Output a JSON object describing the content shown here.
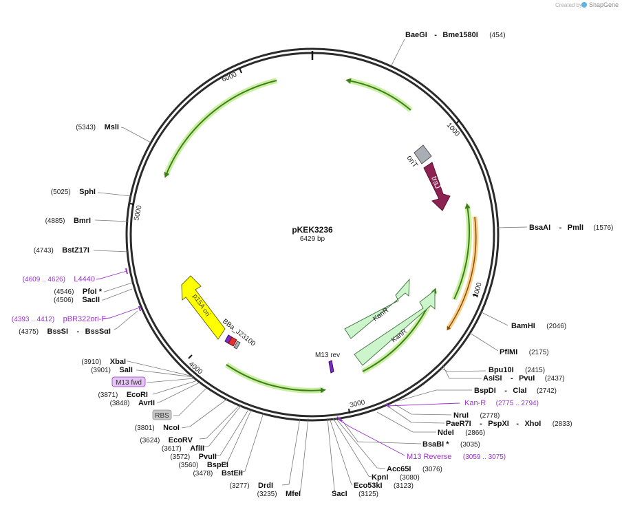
{
  "header": {
    "credit_prefix": "Created by",
    "credit_brand": "SnapGene"
  },
  "plasmid": {
    "name": "pKEK3236",
    "length_label": "6429 bp"
  },
  "ticks": [
    "1000",
    "2000",
    "3000",
    "4000",
    "5000",
    "6000"
  ],
  "features": {
    "orit": "oriT",
    "traj": "traJ",
    "kanr_1": "KanR",
    "kanr_2": "KanR",
    "p15a": "p15A ori",
    "bba": "BBa_J23100",
    "m13rev": "M13 rev",
    "m13fwd": "M13 fwd",
    "rbs": "RBS"
  },
  "sites": {
    "baegi": {
      "name": "BaeGI",
      "sep": "-",
      "name2": "Bme1580I",
      "pos": "(454)"
    },
    "bsaai": {
      "name": "BsaAI",
      "sep": "-",
      "name2": "PmlI",
      "pos": "(1576)"
    },
    "bamhi": {
      "name": "BamHI",
      "pos": "(2046)"
    },
    "pflmi": {
      "name": "PflMI",
      "pos": "(2175)"
    },
    "bpu10i": {
      "name": "Bpu10I",
      "pos": "(2415)"
    },
    "asisi": {
      "name": "AsiSI",
      "sep": "-",
      "name2": "PvuI",
      "pos": "(2437)"
    },
    "bspdi": {
      "name": "BspDI",
      "sep": "-",
      "name2": "ClaI",
      "pos": "(2742)"
    },
    "kanr_primer": {
      "name": "Kan-R",
      "pos": "(2775 .. 2794)"
    },
    "nrui": {
      "name": "NruI",
      "pos": "(2778)"
    },
    "paer7i": {
      "name": "PaeR7I",
      "sep": "-",
      "name2": "PspXI",
      "sep2": "-",
      "name3": "XhoI",
      "pos": "(2833)"
    },
    "ndei": {
      "name": "NdeI",
      "pos": "(2866)"
    },
    "bsabi": {
      "name": "BsaBI *",
      "pos": "(3035)"
    },
    "m13reverse": {
      "name": "M13 Reverse",
      "pos": "(3059 .. 3075)"
    },
    "acc65i": {
      "name": "Acc65I",
      "pos": "(3076)"
    },
    "kpni": {
      "name": "KpnI",
      "pos": "(3080)"
    },
    "eco53ki": {
      "name": "Eco53kI",
      "pos": "(3123)"
    },
    "saci": {
      "name": "SacI",
      "pos": "(3125)"
    },
    "mfei": {
      "name": "MfeI",
      "pos": "(3235)"
    },
    "drdi": {
      "name": "DrdI",
      "pos": "(3277)"
    },
    "bsteii": {
      "name": "BstEII",
      "pos": "(3478)"
    },
    "bspei": {
      "name": "BspEI",
      "pos": "(3560)"
    },
    "pvuii": {
      "name": "PvuII",
      "pos": "(3572)"
    },
    "aflii": {
      "name": "AflII",
      "pos": "(3617)"
    },
    "ecorv": {
      "name": "EcoRV",
      "pos": "(3624)"
    },
    "ncoi": {
      "name": "NcoI",
      "pos": "(3801)"
    },
    "avrii": {
      "name": "AvrII",
      "pos": "(3848)"
    },
    "ecori": {
      "name": "EcoRI",
      "pos": "(3871)"
    },
    "sali": {
      "name": "SalI",
      "pos": "(3901)"
    },
    "xbai": {
      "name": "XbaI",
      "pos": "(3910)"
    },
    "bsssi": {
      "name": "BssSI",
      "sep": "-",
      "name2": "BssSαI",
      "pos": "(4375)"
    },
    "pbr322": {
      "name": "pBR322ori-F",
      "pos": "(4393 .. 4412)"
    },
    "sacii": {
      "name": "SacII",
      "pos": "(4506)"
    },
    "pfoi": {
      "name": "PfoI *",
      "pos": "(4546)"
    },
    "l4440": {
      "name": "L4440",
      "pos": "(4609 .. 4626)"
    },
    "bstz17i": {
      "name": "BstZ17I",
      "pos": "(4743)"
    },
    "bmri": {
      "name": "BmrI",
      "pos": "(4885)"
    },
    "sphi": {
      "name": "SphI",
      "pos": "(5025)"
    },
    "msli": {
      "name": "MslI",
      "pos": "(5343)"
    }
  },
  "colors": {
    "backbone": "#2b2b2b",
    "orf_green": "#3f7d1c",
    "orf_glow": "#c8f0a0",
    "kanr_fill": "#ccf5cc",
    "traj_fill": "#8b2252",
    "orit_fill": "#a9adb5",
    "p15a_fill": "#ffff00",
    "primer_purple": "#9a32cd",
    "orange": "#f0a030"
  }
}
